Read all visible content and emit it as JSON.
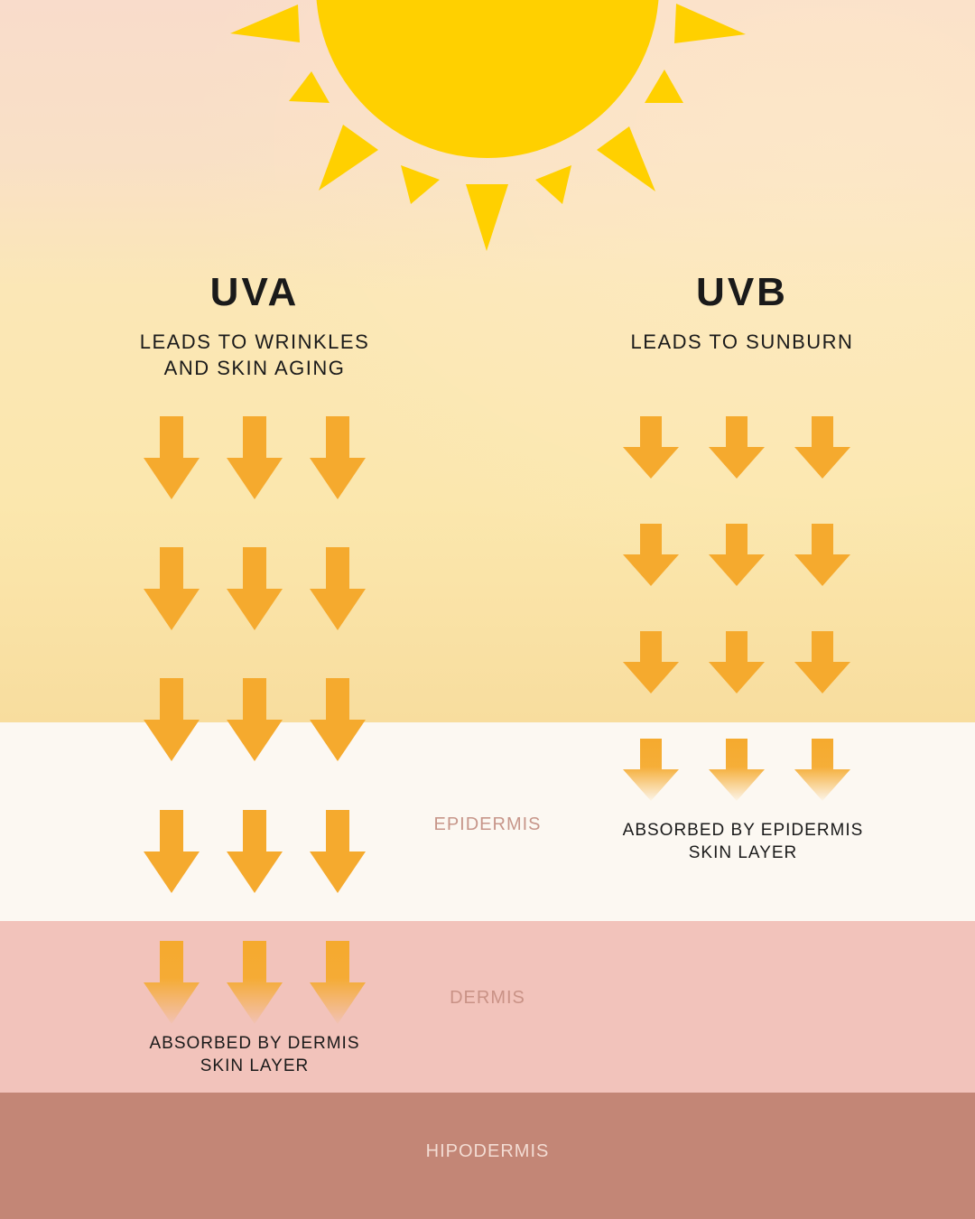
{
  "colors": {
    "sun": "#ffd000",
    "arrow": "#f5aa2e",
    "epidermis": "#fcf8f2",
    "dermis": "#f2c3bb",
    "hipodermis": "#c38676"
  },
  "icons": {
    "sun": "sun-icon",
    "arrow": "arrow-down-icon"
  },
  "uva": {
    "title": "UVA",
    "subtitle_line1": "LEADS TO WRINKLES",
    "subtitle_line2": "AND SKIN AGING",
    "note_line1": "ABSORBED BY DERMIS",
    "note_line2": "SKIN LAYER"
  },
  "uvb": {
    "title": "UVB",
    "subtitle_line1": "LEADS TO SUNBURN",
    "note_line1": "ABSORBED BY EPIDERMIS",
    "note_line2": "SKIN LAYER"
  },
  "layers": {
    "epidermis": "EPIDERMIS",
    "dermis": "DERMIS",
    "hipodermis": "HIPODERMIS"
  }
}
